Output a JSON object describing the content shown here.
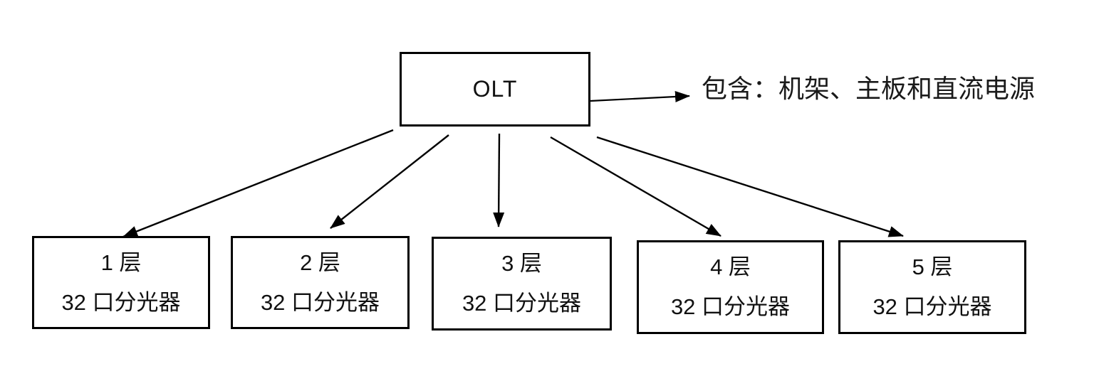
{
  "diagram": {
    "olt": {
      "label": "OLT"
    },
    "annotation": {
      "text": "包含：机架、主板和直流电源"
    },
    "splitters": [
      {
        "floor": "1 层",
        "device": "32 口分光器"
      },
      {
        "floor": "2 层",
        "device": "32 口分光器"
      },
      {
        "floor": "3 层",
        "device": "32 口分光器"
      },
      {
        "floor": "4 层",
        "device": "32 口分光器"
      },
      {
        "floor": "5 层",
        "device": "32 口分光器"
      }
    ]
  },
  "colors": {
    "stroke": "#000000",
    "background": "#ffffff",
    "text": "#111111"
  }
}
